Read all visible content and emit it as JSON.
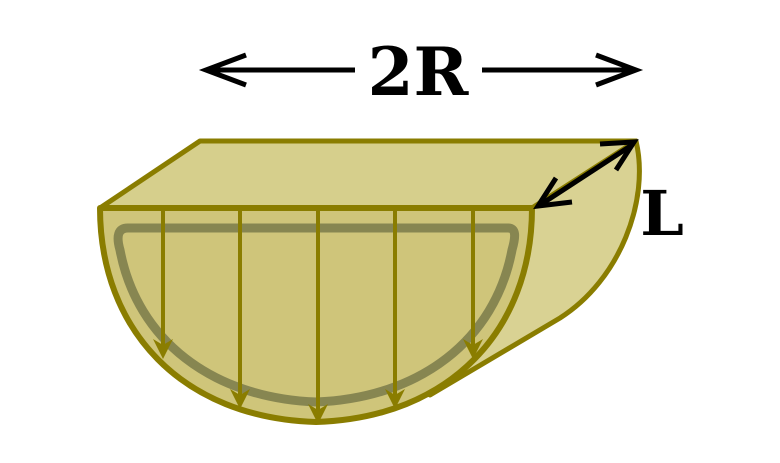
{
  "labels": {
    "width": "2R",
    "length": "L"
  },
  "colors": {
    "body_fill": "#cfc57a",
    "top_fill": "#d6cf8c",
    "side_fill": "#d9d293",
    "outline": "#8a7d00",
    "inner_band": "#7a7a4a",
    "dimension": "#000000"
  },
  "field_arrow_count": 5
}
